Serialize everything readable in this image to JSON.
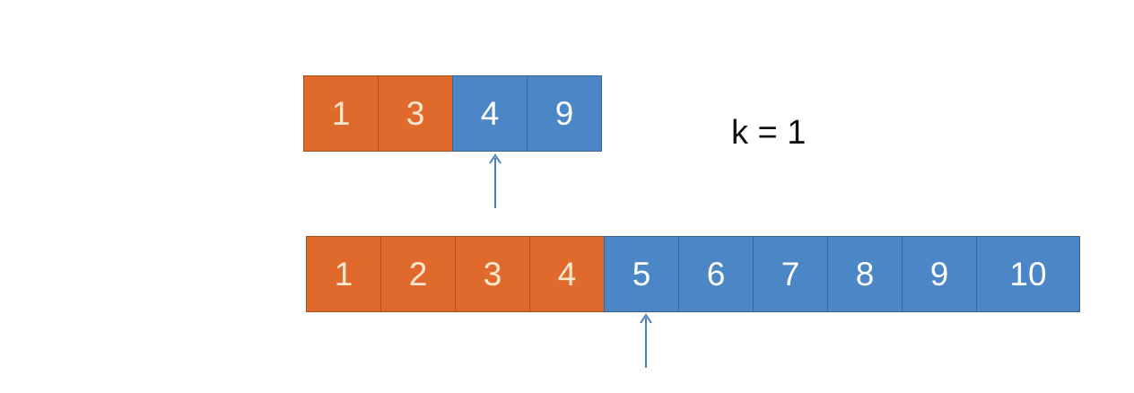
{
  "colors": {
    "first_part": "#e06a2b",
    "second_part": "#4b86c6",
    "arrow": "#4a80c0"
  },
  "top_array": {
    "cells": [
      {
        "value": "1",
        "group": "orange"
      },
      {
        "value": "3",
        "group": "orange"
      },
      {
        "value": "4",
        "group": "blue"
      },
      {
        "value": "9",
        "group": "blue"
      }
    ],
    "pointer_index": 2
  },
  "bottom_array": {
    "cells": [
      {
        "value": "1",
        "group": "orange"
      },
      {
        "value": "2",
        "group": "orange"
      },
      {
        "value": "3",
        "group": "orange"
      },
      {
        "value": "4",
        "group": "orange"
      },
      {
        "value": "5",
        "group": "blue"
      },
      {
        "value": "6",
        "group": "blue"
      },
      {
        "value": "7",
        "group": "blue"
      },
      {
        "value": "8",
        "group": "blue"
      },
      {
        "value": "9",
        "group": "blue"
      },
      {
        "value": "10",
        "group": "blue"
      }
    ],
    "pointer_index": 4
  },
  "label": "k = 1"
}
